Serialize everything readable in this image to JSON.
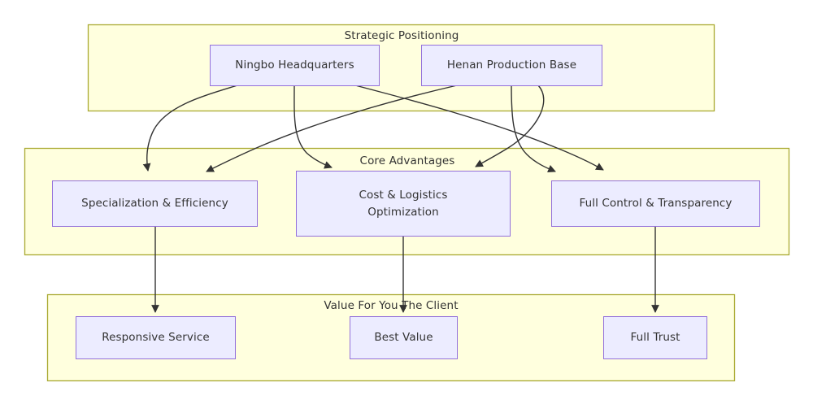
{
  "diagram": {
    "type": "flowchart",
    "title": "Strategic Positioning Value Chain",
    "colors": {
      "cluster_fill": "#ffffde",
      "cluster_stroke": "#aaaa33",
      "node_fill": "#ececff",
      "node_stroke": "#9370db",
      "edge_stroke": "#333333",
      "text": "#333333",
      "background": "#ffffff"
    },
    "clusters": [
      {
        "id": "cluster-strategic",
        "label": "Strategic Positioning"
      },
      {
        "id": "cluster-core",
        "label": "Core Advantages"
      },
      {
        "id": "cluster-value",
        "label": "Value For You The Client"
      }
    ],
    "nodes": [
      {
        "id": "ningbo",
        "label": "Ningbo Headquarters"
      },
      {
        "id": "henan",
        "label": "Henan Production Base"
      },
      {
        "id": "specialization",
        "label": "Specialization & Efficiency"
      },
      {
        "id": "cost-line1",
        "label": "Cost & Logistics"
      },
      {
        "id": "cost-line2",
        "label": "Optimization"
      },
      {
        "id": "fullcontrol",
        "label": "Full Control & Transparency"
      },
      {
        "id": "responsive",
        "label": "Responsive Service"
      },
      {
        "id": "bestvalue",
        "label": "Best Value"
      },
      {
        "id": "fulltrust",
        "label": "Full Trust"
      }
    ],
    "edges": [
      {
        "from": "ningbo",
        "to": "specialization"
      },
      {
        "from": "ningbo",
        "to": "cost"
      },
      {
        "from": "ningbo",
        "to": "fullcontrol"
      },
      {
        "from": "henan",
        "to": "specialization"
      },
      {
        "from": "henan",
        "to": "cost"
      },
      {
        "from": "henan",
        "to": "fullcontrol"
      },
      {
        "from": "specialization",
        "to": "responsive"
      },
      {
        "from": "cost",
        "to": "bestvalue"
      },
      {
        "from": "fullcontrol",
        "to": "fulltrust"
      }
    ]
  }
}
